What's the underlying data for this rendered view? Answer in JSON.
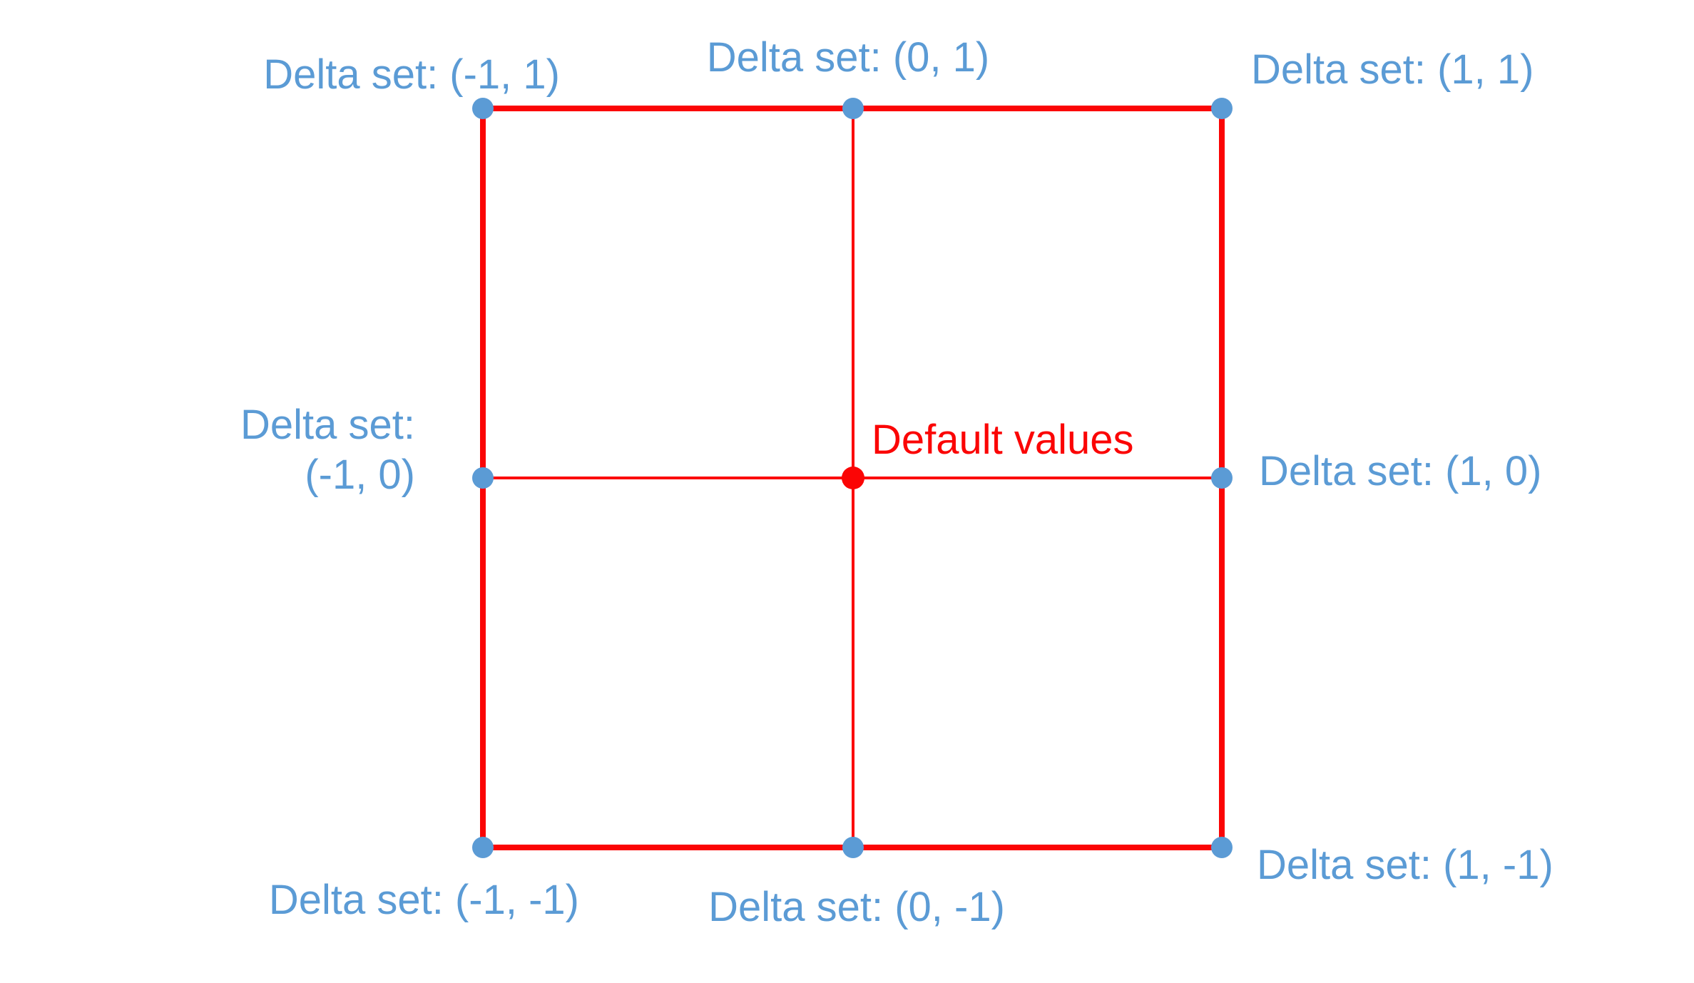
{
  "colors": {
    "label_blue": "#5b9bd5",
    "line_red": "#fb0505",
    "dot_blue": "#5b9bd5",
    "dot_red": "#fb0505",
    "background": "#ffffff"
  },
  "diagram": {
    "shape": "square with vertical and horizontal midlines, 9 marked points",
    "center": {
      "label": "Default values"
    },
    "middle_left": {
      "line1": "Delta set:",
      "line2": "(-1, 0)"
    },
    "nodes": {
      "top_left": {
        "delta": "(-1, 1)",
        "label": "Delta set: (-1, 1)"
      },
      "top_center": {
        "delta": "(0, 1)",
        "label": "Delta set: (0, 1)"
      },
      "top_right": {
        "delta": "(1, 1)",
        "label": "Delta set: (1, 1)"
      },
      "middle_left": {
        "delta": "(-1, 0)",
        "label": "Delta set: (-1, 0)"
      },
      "middle_right": {
        "delta": "(1, 0)",
        "label": "Delta set: (1, 0)"
      },
      "bottom_left": {
        "delta": "(-1, -1)",
        "label": "Delta set: (-1, -1)"
      },
      "bottom_center": {
        "delta": "(0, -1)",
        "label": "Delta set: (0, -1)"
      },
      "bottom_right": {
        "delta": "(1, -1)",
        "label": "Delta set: (1, -1)"
      }
    }
  }
}
